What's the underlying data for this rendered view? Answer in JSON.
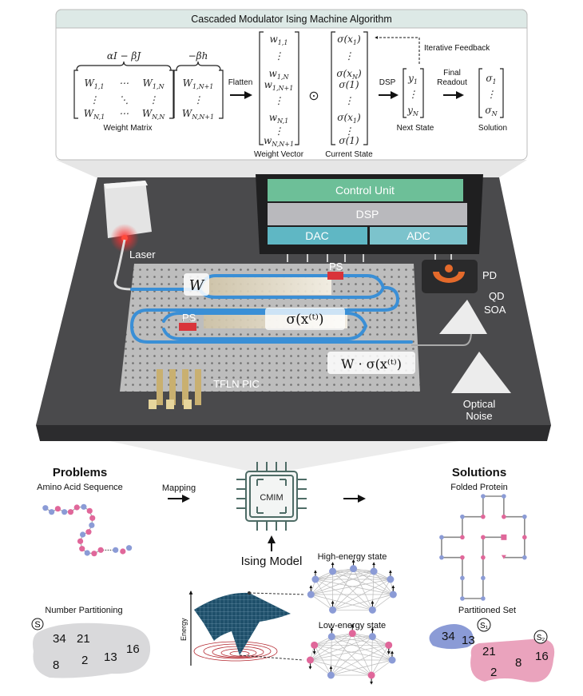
{
  "algorithm": {
    "title": "Cascaded Modulator Ising Machine Algorithm",
    "brace_left": "αI − βJ",
    "brace_right": "−βh",
    "weight_matrix": [
      [
        {
          "b": "W",
          "s": "1,1"
        },
        {
          "b": "⋯"
        },
        {
          "b": "W",
          "s": "1,N"
        },
        {
          "b": "W",
          "s": "1,N+1"
        }
      ],
      [
        {
          "b": "⋮"
        },
        {
          "b": "⋱"
        },
        {
          "b": "⋮"
        },
        {
          "b": "⋮"
        }
      ],
      [
        {
          "b": "W",
          "s": "N,1"
        },
        {
          "b": "⋯"
        },
        {
          "b": "W",
          "s": "N,N"
        },
        {
          "b": "W",
          "s": "N,N+1"
        }
      ]
    ],
    "weight_matrix_label": "Weight Matrix",
    "flatten_label": "Flatten",
    "weight_vector": [
      {
        "b": "w",
        "s": "1,1"
      },
      {
        "b": "⋮"
      },
      {
        "b": "w",
        "s": "1,N"
      },
      {
        "b": "w",
        "s": "1,N+1"
      },
      {
        "b": "⋮"
      },
      {
        "b": "w",
        "s": "N,1"
      },
      {
        "b": "⋮"
      },
      {
        "b": "w",
        "s": "N,N+1"
      }
    ],
    "weight_vector_label": "Weight Vector",
    "operator": "⊙",
    "current_state": [
      {
        "b": "σ(x",
        "s": "1",
        "e": ")"
      },
      {
        "b": "⋮"
      },
      {
        "b": "σ(x",
        "s": "N",
        "e": ")"
      },
      {
        "b": "σ(1)"
      },
      {
        "b": "⋮"
      },
      {
        "b": "σ(x",
        "s": "1",
        "e": ")"
      },
      {
        "b": "⋮"
      },
      {
        "b": "σ(1)"
      }
    ],
    "current_state_label": "Current State",
    "feedback_label": "Iterative Feedback",
    "dsp_label": "DSP",
    "next_state": [
      {
        "b": "y",
        "s": "1"
      },
      {
        "b": "⋮"
      },
      {
        "b": "y",
        "s": "N"
      }
    ],
    "next_state_label": "Next State",
    "final_readout_line1": "Final",
    "final_readout_line2": "Readout",
    "solution": [
      {
        "b": "σ",
        "s": "1"
      },
      {
        "b": "⋮"
      },
      {
        "b": "σ",
        "s": "N"
      }
    ],
    "solution_label": "Solution"
  },
  "hardware": {
    "control_unit": "Control Unit",
    "dsp": "DSP",
    "dac": "DAC",
    "adc": "ADC",
    "laser": "Laser",
    "ps_top": "PS",
    "ps_bottom": "PS",
    "w_label": "W",
    "sigma_label": "σ(x⁽ᵗ⁾)",
    "product_label": "W · σ(x⁽ᵗ⁾)",
    "pic_label": "TFLN PIC",
    "pd": "PD",
    "soa_line1": "QD",
    "soa_line2": "SOA",
    "noise_line1": "Optical",
    "noise_line2": "Noise",
    "colors": {
      "control_unit": "#6dbf98",
      "dsp": "#b9b9bd",
      "dac": "#5fb7c4",
      "adc": "#7cc3cc",
      "waveguide": "#3a8fd6",
      "board": "#4a4a4c"
    }
  },
  "bottom": {
    "problems_title": "Problems",
    "amino_label": "Amino Acid Sequence",
    "mapping_label": "Mapping",
    "chip_label": "CMIM",
    "ising_label": "Ising Model",
    "high_energy_label": "High-energy state",
    "low_energy_label": "Low-energy state",
    "energy_axis": "Energy",
    "solutions_title": "Solutions",
    "folded_label": "Folded Protein",
    "number_partitioning_label": "Number Partitioning",
    "set_symbol": "S",
    "numbers": [
      "34",
      "21",
      "16",
      "8",
      "2",
      "13"
    ],
    "partitioned_label": "Partitioned Set",
    "s1_symbol": "S₁",
    "s2_symbol": "S₂",
    "s1_numbers": [
      "34",
      "13"
    ],
    "s2_numbers": [
      "21",
      "8",
      "16",
      "2"
    ],
    "colors": {
      "blue": "#8b9bd6",
      "pink": "#e0679a",
      "set_gray": "#d9d9db",
      "s1": "#8b9bd6",
      "s2": "#eaa3bd"
    }
  }
}
